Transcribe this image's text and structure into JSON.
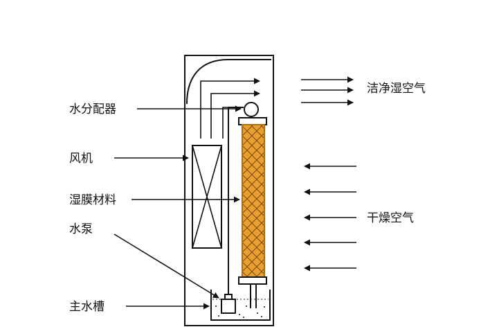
{
  "labels": {
    "water_distributor": "水分配器",
    "fan": "风机",
    "wet_membrane": "湿膜材料",
    "water_pump": "水泵",
    "main_tank": "主水槽",
    "clean_humid_air": "洁净湿空气",
    "dry_air": "干燥空气"
  },
  "colors": {
    "membrane_fill": "#e8a030",
    "membrane_edge": "#b06a10",
    "line": "#111111"
  }
}
